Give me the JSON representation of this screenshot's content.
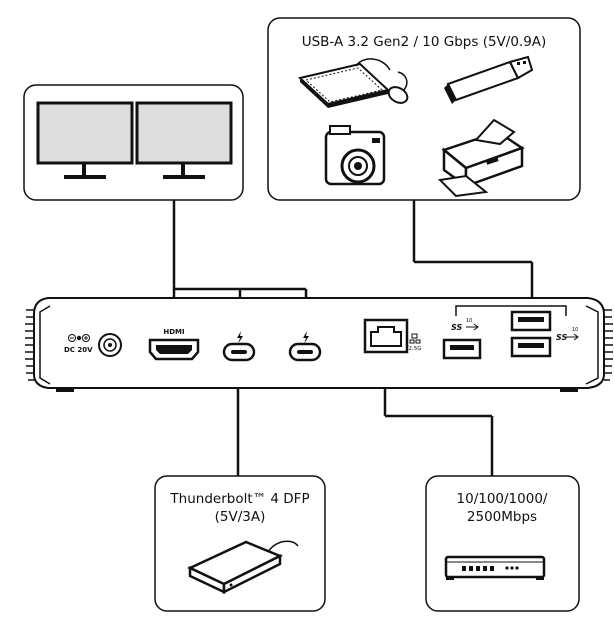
{
  "usb_a_box": {
    "title": "USB-A 3.2 Gen2 / 10 Gbps (5V/0.9A)"
  },
  "tb_box": {
    "line1": "Thunderbolt™ 4 DFP",
    "line2": "(5V/3A)"
  },
  "eth_box": {
    "line1": "10/100/1000/",
    "line2": "2500Mbps"
  },
  "dock": {
    "dc_label": "DC  20V",
    "hdmi_label": "HDMI",
    "ss_label_1": "SS",
    "ss_num_1": "10",
    "ss_label_2": "SS",
    "ss_num_2": "10",
    "eth_speed": "2.5G"
  }
}
